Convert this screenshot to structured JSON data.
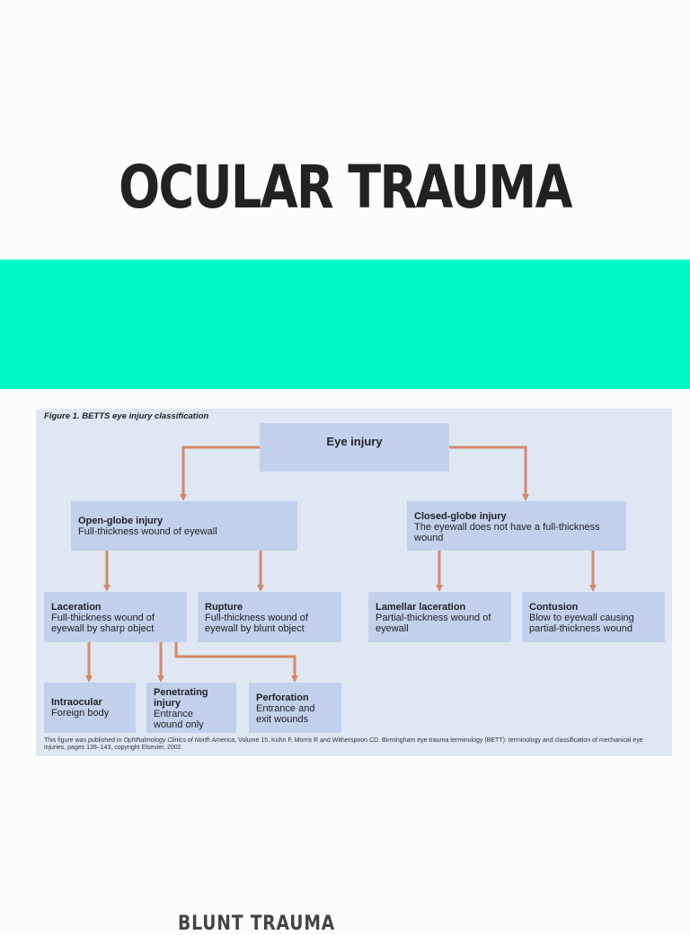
{
  "page": {
    "title": "OCULAR TRAUMA",
    "bottom_text": "BLUNT TRAUMA"
  },
  "colors": {
    "band": "#00fac6",
    "figure_bg": "#dfe7f3",
    "box": "#c3d0ec",
    "arrow": "#d4896b"
  },
  "figure": {
    "caption": "Figure 1. BETTS eye injury classification",
    "root": {
      "label": "Eye injury"
    },
    "open_globe": {
      "title": "Open-globe injury",
      "desc": "Full-thickness wound of eyewall"
    },
    "closed_globe": {
      "title": "Closed-globe injury",
      "desc": "The eyewall does not have a full-thickness wound"
    },
    "laceration": {
      "title": "Laceration",
      "desc": "Full-thickness wound of eyewall by sharp object"
    },
    "rupture": {
      "title": "Rupture",
      "desc": "Full-thickness wound of eyewall by blunt object"
    },
    "lamellar": {
      "title": "Lamellar laceration",
      "desc": "Partial-thickness wound of eyewall"
    },
    "contusion": {
      "title": "Contusion",
      "desc": "Blow to eyewall causing partial-thickness wound"
    },
    "intraocular": {
      "title": "Intraocular",
      "desc": "Foreign body"
    },
    "penetrating": {
      "title": "Penetrating injury",
      "desc": "Entrance wound only"
    },
    "perforation": {
      "title": "Perforation",
      "desc": "Entrance and exit wounds"
    },
    "footnote_a": "This figure was published in ",
    "footnote_journal": "Ophthalmology Clinics of North America",
    "footnote_b": ", Volume 15, Kuhn F, Morris R and Witherspoon CD. Birmingham eye trauma terminology (BETT): terminology and classification of mechanical eye injuries, pages 139–143, copyright Elsevier, 2002."
  }
}
